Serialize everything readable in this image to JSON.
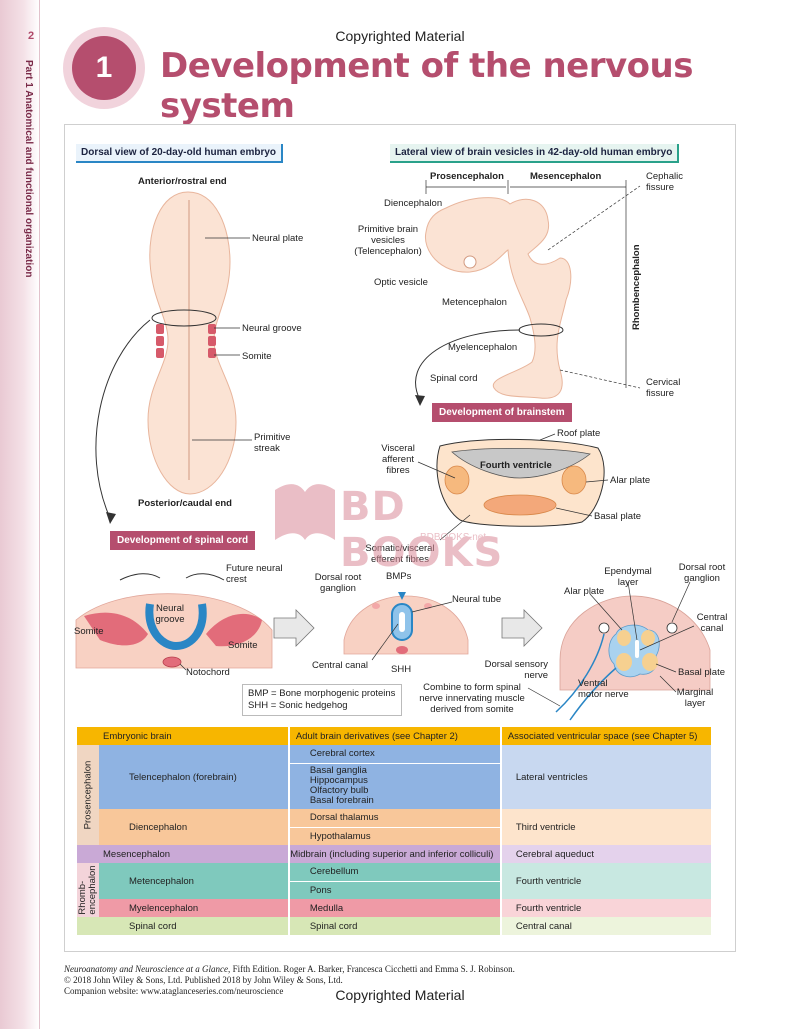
{
  "sidebar": {
    "page_number": "2",
    "running_head": "Part 1  Anatomical and functional organization"
  },
  "copyright": {
    "top": "Copyrighted Material",
    "bottom": "Copyrighted Material"
  },
  "chapter": {
    "number": "1",
    "title": "Development of the nervous system"
  },
  "figure": {
    "panel_dorsal_title": "Dorsal view of 20-day-old human embryo",
    "panel_lateral_title": "Lateral view of brain vesicles in 42-day-old human embryo",
    "dorsal": {
      "anterior": "Anterior/rostral end",
      "posterior": "Posterior/caudal end",
      "neural_plate": "Neural plate",
      "neural_groove": "Neural groove",
      "somite": "Somite",
      "primitive_streak": "Primitive\nstreak"
    },
    "lateral": {
      "prosencephalon": "Prosencephalon",
      "mesencephalon": "Mesencephalon",
      "cephalic_fissure": "Cephalic\nfissure",
      "diencephalon": "Diencephalon",
      "primitive_brain_vesicles": "Primitive brain\nvesicles\n(Telencephalon)",
      "optic_vesicle": "Optic vesicle",
      "metencephalon": "Metencephalon",
      "rhombencephalon": "Rhombencephalon",
      "myelencephalon": "Myelencephalon",
      "spinal_cord": "Spinal cord",
      "cervical_fissure": "Cervical\nfissure"
    },
    "brainstem_tag": "Development of brainstem",
    "brainstem": {
      "roof_plate": "Roof plate",
      "visceral_afferent": "Visceral\nafferent\nfibres",
      "fourth_ventricle": "Fourth ventricle",
      "alar_plate": "Alar plate",
      "basal_plate": "Basal plate",
      "somatic_visceral": "Somatic/visceral\nefferent fibres"
    },
    "spinal_tag": "Development of spinal cord",
    "spinal": {
      "future_neural_crest": "Future neural\ncrest",
      "neural_groove": "Neural\ngroove",
      "somite_left": "Somite",
      "somite_right": "Somite",
      "notochord": "Notochord",
      "dorsal_root_ganglion": "Dorsal root\nganglion",
      "bmps": "BMPs",
      "neural_tube": "Neural tube",
      "central_canal": "Central canal",
      "shh": "SHH",
      "ependymal_layer": "Ependymal\nlayer",
      "dorsal_root_ganglion_2": "Dorsal root\nganglion",
      "alar_plate": "Alar plate",
      "central_canal_2": "Central\ncanal",
      "dorsal_sensory_nerve": "Dorsal sensory\nnerve",
      "basal_plate": "Basal plate",
      "ventral_motor_nerve": "Ventral\nmotor nerve",
      "marginal_layer": "Marginal\nlayer",
      "combine": "Combine to form spinal\nnerve innervating muscle\nderived from somite"
    },
    "legend": {
      "bmp": "BMP = Bone morphogenic proteins",
      "shh": "SHH = Sonic hedgehog"
    }
  },
  "table": {
    "headers": [
      "Embryonic brain",
      "Adult brain derivatives (see Chapter 2)",
      "Associated ventricular space (see Chapter 5)"
    ],
    "group_prosencephalon": "Prosencephalon",
    "group_rhombencephalon": "Rhomb-\nencephalon",
    "rows": {
      "telencephalon": "Telencephalon (forebrain)",
      "telencephalon_d1": "Cerebral cortex",
      "telencephalon_d2": "Basal ganglia\nHippocampus\nOlfactory bulb\nBasal forebrain",
      "telencephalon_v": "Lateral ventricles",
      "diencephalon": "Diencephalon",
      "diencephalon_d1": "Dorsal thalamus",
      "diencephalon_d2": "Hypothalamus",
      "diencephalon_v": "Third ventricle",
      "mesencephalon": "Mesencephalon",
      "mesencephalon_d": "Midbrain (including superior and inferior colliculi)",
      "mesencephalon_v": "Cerebral aqueduct",
      "metencephalon": "Metencephalon",
      "metencephalon_d1": "Cerebellum",
      "metencephalon_d2": "Pons",
      "metencephalon_v": "Fourth ventricle",
      "myelencephalon": "Myelencephalon",
      "myelencephalon_d": "Medulla",
      "myelencephalon_v": "Fourth ventricle",
      "spinal": "Spinal cord",
      "spinal_d": "Spinal cord",
      "spinal_v": "Central canal"
    }
  },
  "footer": {
    "line1_title": "Neuroanatomy and Neuroscience at a Glance,",
    "line1_rest": " Fifth Edition. Roger A. Barker, Francesca Cicchetti and Emma S. J. Robinson.",
    "line2": "© 2018 John Wiley & Sons, Ltd. Published 2018 by John Wiley & Sons, Ltd.",
    "line3": "Companion website: www.ataglanceseries.com/neuroscience"
  },
  "watermark": {
    "text": "BD BOOKS",
    "sub": "BDBOOKS.net"
  },
  "colors": {
    "accent": "#b54e6e",
    "table_header": "#f7b600",
    "blue_tag": "#2a86c5",
    "teal_tag": "#2aa18a"
  }
}
